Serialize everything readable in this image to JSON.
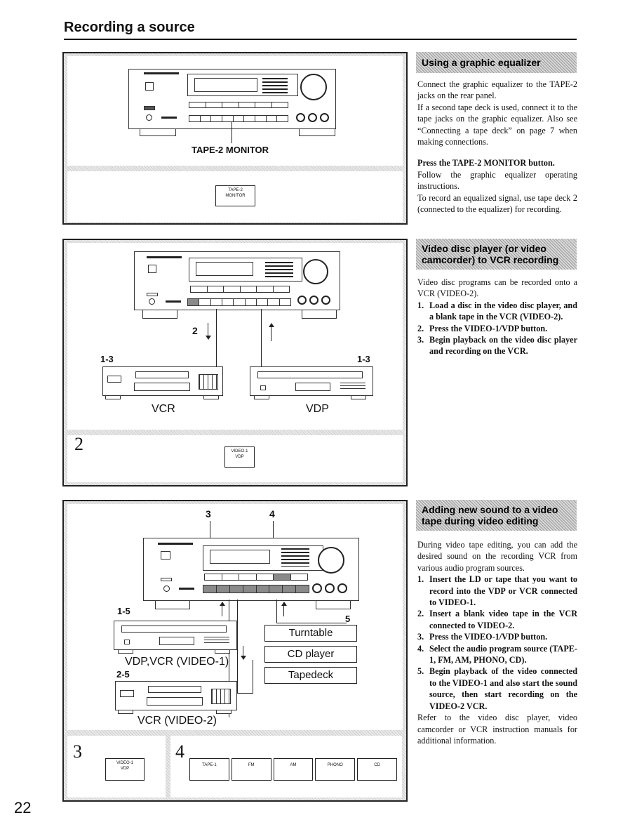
{
  "header": {
    "title": "Recording a source",
    "page_number": "22"
  },
  "fig1": {
    "callout": "TAPE-2 MONITOR",
    "key_label": "TAPE-2\nMONITOR"
  },
  "fig2": {
    "step_1_3_left": "1-3",
    "step_1_3_right": "1-3",
    "step_2": "2",
    "vcr_label": "VCR",
    "vdp_label": "VDP",
    "inset_number": "2",
    "key_label": "VIDEO-1\nVDP"
  },
  "fig3": {
    "step_3": "3",
    "step_4": "4",
    "step_1_5": "1-5",
    "step_5": "5",
    "step_2_5": "2-5",
    "vdp_vcr_label": "VDP,VCR (VIDEO-1)",
    "vcr2_label": "VCR (VIDEO-2)",
    "sources": [
      "Turntable",
      "CD player",
      "Tapedeck"
    ],
    "inset_3": "3",
    "inset_4": "4",
    "inset_3_key": "VIDEO-1\nVDP",
    "inset_4_keys": [
      "TAPE-1",
      "FM",
      "AM",
      "PHONO",
      "CD"
    ]
  },
  "section1": {
    "heading": "Using a graphic equalizer",
    "p1": "Connect the graphic equalizer to the TAPE-2 jacks on the rear panel.",
    "p2": "If a second tape deck is used, connect it to the tape jacks on the graphic equalizer. Also see “Connecting a tape deck” on page 7 when making connections.",
    "p3_bold": "Press the TAPE-2 MONITOR button.",
    "p4": "Follow the graphic equalizer operating instructions.",
    "p5": "To record an equalized signal, use tape deck 2 (connected to the equalizer) for recording."
  },
  "section2": {
    "heading_line1": "Video disc player (or video",
    "heading_line2": "camcorder) to VCR recording",
    "intro": "Video disc programs can be recorded onto a VCR (VIDEO-2).",
    "steps": [
      {
        "n": "1.",
        "text": "Load a disc in the video disc player, and a blank tape in the VCR (VIDEO-2)."
      },
      {
        "n": "2.",
        "text": "Press the VIDEO-1/VDP button."
      },
      {
        "n": "3.",
        "text": "Begin playback on the video disc player and recording on the VCR."
      }
    ]
  },
  "section3": {
    "heading_line1": "Adding new sound to a video",
    "heading_line2": "tape during video editing",
    "intro": "During video tape editing, you can add the desired sound on the recording VCR from various audio program sources.",
    "steps": [
      {
        "n": "1.",
        "text": "Insert the LD or tape that you want to record into the VDP or VCR connected to VIDEO-1."
      },
      {
        "n": "2.",
        "text": "Insert a blank video tape in the VCR connected to VIDEO-2."
      },
      {
        "n": "3.",
        "text": "Press the VIDEO-1/VDP button."
      },
      {
        "n": "4.",
        "text": "Select the audio program source (TAPE-1, FM, AM, PHONO, CD)."
      },
      {
        "n": "5.",
        "text": "Begin playback of the video connected to the VIDEO-1 and also start the sound source, then start recording on the VIDEO-2 VCR."
      }
    ],
    "outro": "Refer to the video disc player, video camcorder or VCR instruction manuals for additional information."
  }
}
